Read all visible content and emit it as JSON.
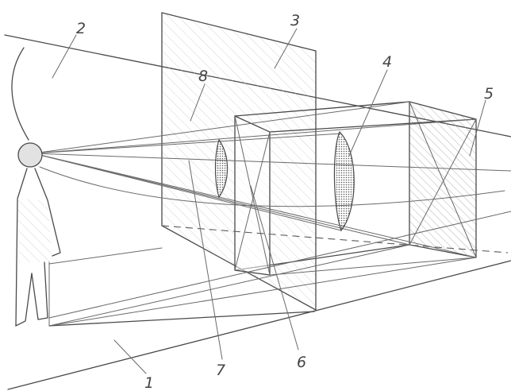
{
  "labels": {
    "ground_plane": "1",
    "horizon_plane": "2",
    "picture_plane": "3",
    "lens_object": "4",
    "box_object": "5",
    "box_projection": "6",
    "lens_projection": "7",
    "picture_edge": "8"
  },
  "colors": {
    "pencil": "#4a4a4a",
    "hatch": "#9a9a9a",
    "lens_fill": "#6b6b6b"
  }
}
